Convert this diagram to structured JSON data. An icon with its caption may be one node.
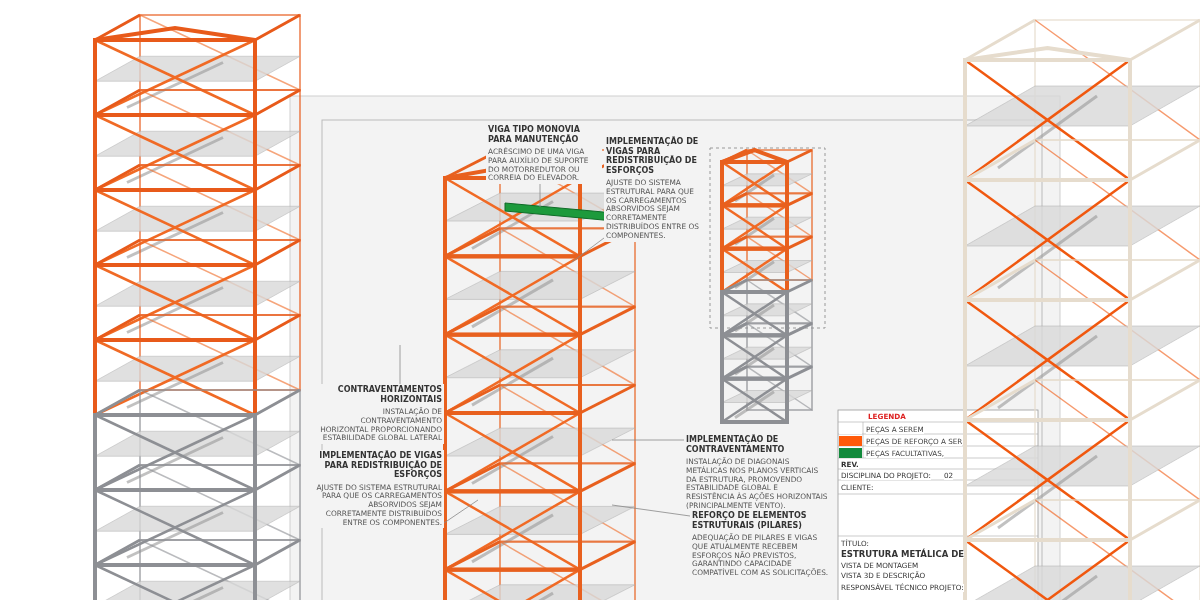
{
  "diagram": {
    "nodes": [
      {
        "text": [
          "VIGA TIPO MONOVIA PARA MANUTENÇÃO",
          "ACRÉSCIMO DE UMA VIGA PARA AUXÍLIO DE SUPORTE DO MOTORREDUTOR OU CORREIA DO ELEVADOR."
        ]
      },
      {
        "text": [
          "IMPLEMENTAÇÃO DE VIGAS PARA REDISTRIBUIÇÃO DE ESFORÇOS",
          "AJUSTE DO SISTEMA ESTRUTURAL PARA QUE OS CARREGAMENTOS ABSORVIDOS SEJAM CORRETAMENTE DISTRIBUÍDOS ENTRE OS COMPONENTES."
        ]
      },
      {
        "text": [
          "CONTRAVENTAMENTOS HORIZONTAIS",
          "INSTALAÇÃO DE CONTRAVENTAMENTO HORIZONTAL PROPORCIONANDO ESTABILIDADE GLOBAL LATERAL"
        ]
      },
      {
        "text": [
          "IMPLEMENTAÇÃO DE VIGAS PARA REDISTRIBUIÇÃO DE ESFORÇOS",
          "AJUSTE DO SISTEMA ESTRUTURAL PARA QUE OS CARREGAMENTOS ABSORVIDOS SEJAM CORRETAMENTE DISTRIBUÍDOS ENTRE OS COMPONENTES."
        ]
      },
      {
        "text": [
          "IMPLEMENTAÇÃO DE CONTRAVENTAMENTO",
          "INSTALAÇÃO DE DIAGONAIS METÁLICAS NOS PLANOS VERTICAIS DA ESTRUTURA, PROMOVENDO ESTABILIDADE GLOBAL E RESISTÊNCIA ÀS AÇÕES HORIZONTAIS (PRINCIPALMENTE VENTO)."
        ]
      },
      {
        "text": [
          "REFORÇO DE ELEMENTOS ESTRUTURAIS (PILARES)",
          "ADEQUAÇÃO DE PILARES E VIGAS QUE ATUALMENTE RECEBEM ESFORÇOS NÃO PREVISTOS, GARANTINDO CAPACIDADE COMPATÍVEL COM AS SOLICITAÇÕES."
        ]
      }
    ],
    "edges": [
      {
        "from": 0,
        "to": null,
        "arrow": "none"
      },
      {
        "from": 1,
        "to": null,
        "arrow": "none"
      },
      {
        "from": 2,
        "to": null,
        "arrow": "none"
      },
      {
        "from": 3,
        "to": null,
        "arrow": "none"
      },
      {
        "from": 4,
        "to": null,
        "arrow": "none"
      },
      {
        "from": 5,
        "to": null,
        "arrow": "none"
      }
    ],
    "labels": [
      "LEGENDA",
      "REV.",
      "DISCIPLINA DO PROJETO:",
      "02",
      "CLIENTE:",
      "TÍTULO:",
      "ESTRUTURA METÁLICA DE",
      "VISTA DE MONTAGEM",
      "VISTA 3D E DESCRIÇÃO",
      "RESPONSÁVEL TÉCNICO PROJETO:"
    ],
    "legend": [
      {
        "text": "PEÇAS A SEREM",
        "color": "#ffffff"
      },
      {
        "text": "PEÇAS DE REFORÇO A SER",
        "color": "#ff5a0a"
      },
      {
        "text": "PEÇAS FACULTATIVAS,",
        "color": "#128a3c"
      }
    ]
  }
}
